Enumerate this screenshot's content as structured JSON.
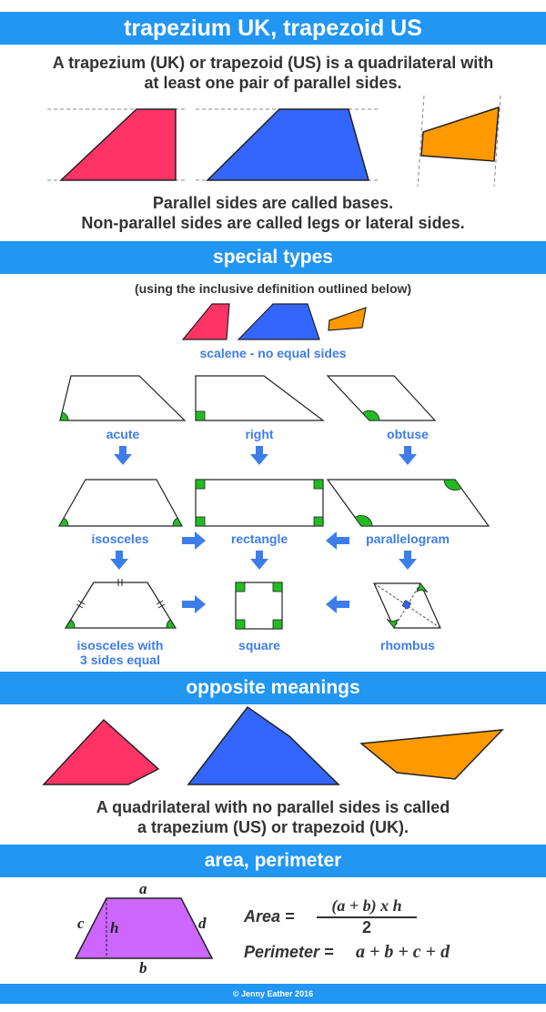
{
  "header": {
    "title": "trapezium UK, trapezoid US"
  },
  "intro": {
    "line1": "A trapezium (UK) or trapezoid (US) is a quadrilateral with",
    "line2": "at least one pair of parallel sides.",
    "bases": "Parallel sides are called bases.",
    "legs": "Non-parallel sides are called legs or lateral sides."
  },
  "special": {
    "title": "special types",
    "note": "(using the inclusive definition outlined below)",
    "scalene": "scalene - no equal sides",
    "acute": "acute",
    "right": "right",
    "obtuse": "obtuse",
    "isosceles": "isosceles",
    "rectangle": "rectangle",
    "parallelogram": "parallelogram",
    "isosceles3_line1": "isosceles with",
    "isosceles3_line2": "3 sides equal",
    "square": "square",
    "rhombus": "rhombus"
  },
  "opposite": {
    "title": "opposite meanings",
    "line1": "A quadrilateral with no parallel sides is called",
    "line2": "a trapezium (US) or trapezoid (UK)."
  },
  "area": {
    "title": "area, perimeter",
    "label_a": "a",
    "label_b": "b",
    "label_c": "c",
    "label_d": "d",
    "label_h": "h",
    "area_label": "Area =",
    "numerator": "(a + b) x h",
    "denominator": "2",
    "perimeter_label": "Perimeter =",
    "perimeter_expr": "a + b + c + d"
  },
  "footer": {
    "copyright": "© Jenny Eather 2016"
  },
  "colors": {
    "band": "#2196f3",
    "label_blue": "#3d7dea",
    "pink": "#ff3366",
    "blue": "#3366ff",
    "orange": "#ff9900",
    "angle_green": "#22bb22",
    "purple": "#cc66ff"
  }
}
